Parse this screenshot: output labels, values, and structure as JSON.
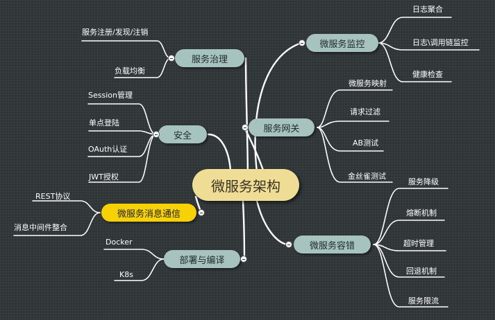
{
  "root": {
    "label": "微服务架构"
  },
  "branches": {
    "governance": {
      "label": "服务治理",
      "leaves": [
        "服务注册/发现/注销",
        "负载均衡"
      ]
    },
    "security": {
      "label": "安全",
      "leaves": [
        "Session管理",
        "单点登陆",
        "OAuth认证",
        "JWT授权"
      ]
    },
    "messaging": {
      "label": "微服务消息通信",
      "leaves": [
        "REST协议",
        "消息中间件整合"
      ]
    },
    "deploy": {
      "label": "部署与编译",
      "leaves": [
        "Docker",
        "K8s"
      ]
    },
    "monitoring": {
      "label": "微服务监控",
      "leaves": [
        "日志聚合",
        "日志\\调用链监控",
        "健康检查"
      ]
    },
    "gateway": {
      "label": "服务网关",
      "leaves": [
        "微服务映射",
        "请求过滤",
        "AB测试",
        "金丝雀测试"
      ]
    },
    "fault": {
      "label": "微服务容错",
      "leaves": [
        "服务降级",
        "熔断机制",
        "超时管理",
        "回退机制",
        "服务限流"
      ]
    }
  },
  "colors": {
    "background": "#2f3437",
    "branch_fill": "#a6c3bf",
    "root_fill": "#efdd96",
    "highlight_fill": "#f8d200",
    "line": "#ffffff"
  }
}
